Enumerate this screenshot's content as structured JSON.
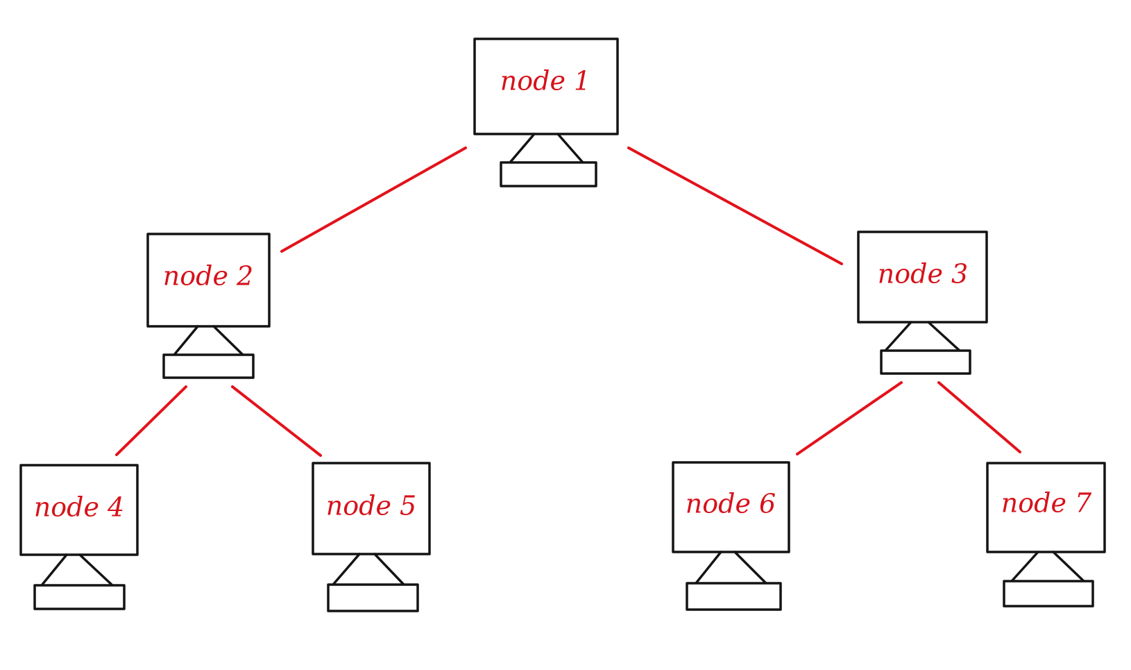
{
  "diagram": {
    "type": "tree",
    "colors": {
      "edge": "#e3121b",
      "label": "#d6121b",
      "outline": "#141414",
      "background": "#ffffff"
    },
    "icon": "computer-monitor-icon",
    "nodes": [
      {
        "id": "node1",
        "label": "node 1"
      },
      {
        "id": "node2",
        "label": "node 2"
      },
      {
        "id": "node3",
        "label": "node 3"
      },
      {
        "id": "node4",
        "label": "node 4"
      },
      {
        "id": "node5",
        "label": "node 5"
      },
      {
        "id": "node6",
        "label": "node 6"
      },
      {
        "id": "node7",
        "label": "node 7"
      }
    ],
    "edges": [
      {
        "from": "node1",
        "to": "node2"
      },
      {
        "from": "node1",
        "to": "node3"
      },
      {
        "from": "node2",
        "to": "node4"
      },
      {
        "from": "node2",
        "to": "node5"
      },
      {
        "from": "node3",
        "to": "node6"
      },
      {
        "from": "node3",
        "to": "node7"
      }
    ]
  }
}
